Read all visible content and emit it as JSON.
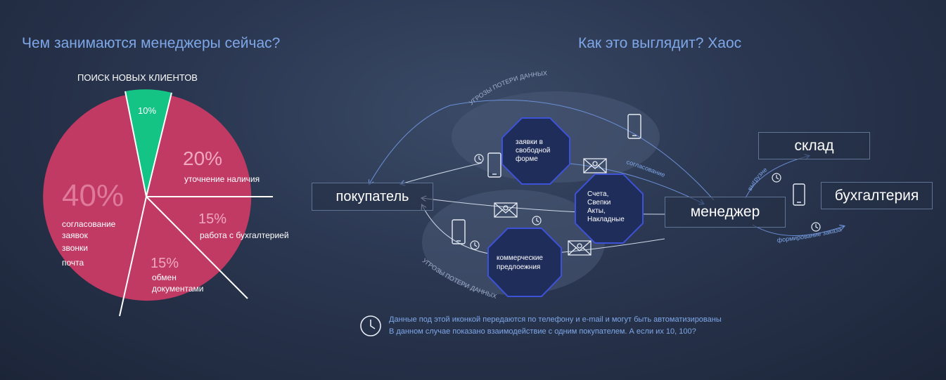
{
  "left": {
    "title": "Чем занимаются менеджеры сейчас?",
    "segments": [
      {
        "percent": "10%",
        "label": "ПОИСК НОВЫХ КЛИЕНТОВ",
        "value": 10,
        "color": "#14c485"
      },
      {
        "percent": "20%",
        "label": "уточнение наличия",
        "value": 20,
        "color": "#c43a64"
      },
      {
        "percent": "15%",
        "label": "работа с бухгалтерией",
        "value": 15,
        "color": "#c43a64"
      },
      {
        "percent": "15%",
        "label_lines": [
          "обмен",
          "документами"
        ],
        "value": 15,
        "color": "#c43a64"
      },
      {
        "percent": "40%",
        "label_lines": [
          "согласование",
          "заявок",
          "звонки",
          "почта"
        ],
        "value": 40,
        "color": "#b83a62"
      }
    ]
  },
  "right": {
    "title": "Как это выглядит? Хаос",
    "nodes": {
      "buyer": "покупатель",
      "manager": "менеджер",
      "warehouse": "склад",
      "accounting": "бухгалтерия"
    },
    "octagons": {
      "requests": [
        "заявки в",
        "свободной",
        "форме"
      ],
      "invoices": [
        "Счета,",
        "Свепки",
        "Акты,",
        "Накладные"
      ],
      "offers": [
        "коммерческие",
        "предлоежния"
      ]
    },
    "threats_top": "УГРОЗЫ ПОТЕРИ ДАННЫХ",
    "threats_bottom": "УГРОЗЫ ПОТЕРИ ДАННЫХ",
    "edge_labels": {
      "approval": "согласование",
      "shipment": "выгрузне",
      "order_forming": "формирование заказа"
    },
    "note_lines": [
      "Данные под этой иконкой передаются по телефону и e-mail и могут быть автоматизированы",
      "В данном случае показано взаимодействие с одним покупателем. А если их 10, 100?"
    ]
  },
  "colors": {
    "accent_blue": "#7ea7e8",
    "green": "#14c485",
    "pink": "#c43a64",
    "octagon": "#1f2d5a",
    "octagon_stroke": "#3d52d6"
  }
}
